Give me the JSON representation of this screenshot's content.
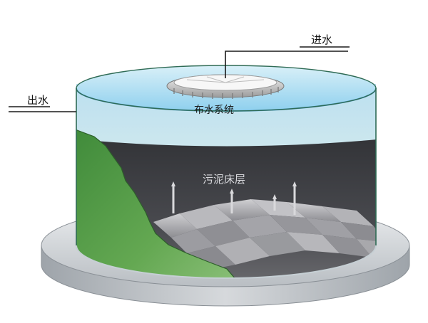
{
  "labels": {
    "inlet": "进水",
    "outlet": "出水",
    "distribution": "布水系统",
    "sludge_bed": "污泥床层"
  },
  "colors": {
    "water_top": "#bfe0ea",
    "water_band": "#9cd6ee",
    "water_surface": "#5aa8d8",
    "sludge_top": "#3b3c40",
    "sludge_bottom": "#6e6e72",
    "rock": "#4f9a45",
    "base": "#d9dcde"
  }
}
